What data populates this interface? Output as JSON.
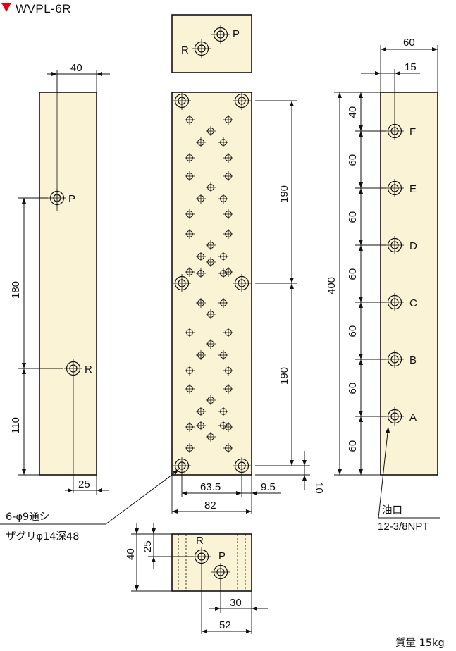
{
  "title": "WVPL-6R",
  "title_marker_color": "#e60012",
  "plate_fill": "#fbf3d5",
  "side_left": {
    "width_dim": "40",
    "dim_180": "180",
    "dim_110": "110",
    "dim_25": "25",
    "port_p": "P",
    "port_r": "R"
  },
  "top_view": {
    "port_r": "R",
    "port_p": "P"
  },
  "front": {
    "dim_190_upper": "190",
    "dim_190_lower": "190",
    "dim_10": "10",
    "dim_63_5": "63.5",
    "dim_9_5": "9.5",
    "dim_82": "82",
    "note_line1": "6-φ9通シ",
    "note_line2": "ザグリφ14深48"
  },
  "bottom_view": {
    "dim_40": "40",
    "dim_25": "25",
    "dim_30": "30",
    "dim_52": "52",
    "port_r": "R",
    "port_p": "P"
  },
  "side_right": {
    "dim_60_top": "60",
    "dim_15": "15",
    "dim_400": "400",
    "pitch_dims": [
      "40",
      "60",
      "60",
      "60",
      "60",
      "60",
      "60"
    ],
    "ports": [
      "F",
      "E",
      "D",
      "C",
      "B",
      "A"
    ],
    "oil_label": "油口",
    "oil_spec": "12-3/8NPT"
  },
  "mass": "質量 15kg"
}
